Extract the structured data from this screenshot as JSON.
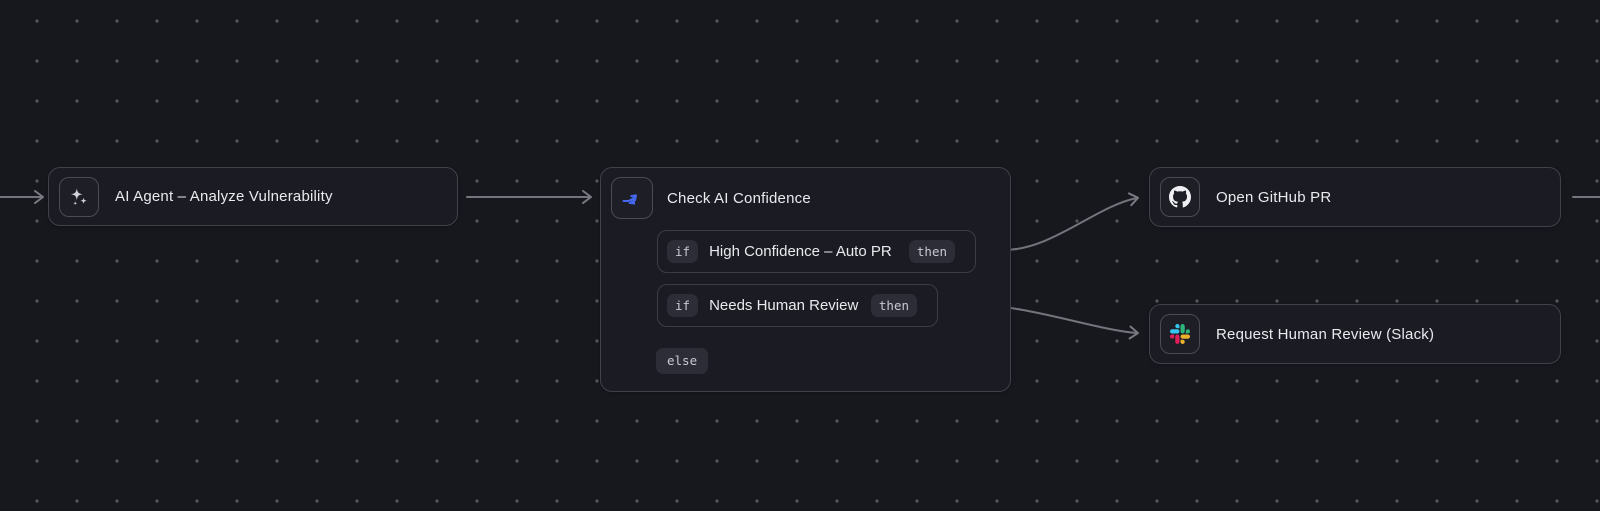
{
  "canvas": {
    "background_color": "#17171e",
    "connector_color": "#74747e",
    "accent_blue": "#4468f2"
  },
  "nodes": {
    "ai_agent": {
      "label": "AI Agent – Analyze Vulnerability",
      "icon": "sparkles-icon"
    },
    "check_confidence": {
      "label": "Check AI Confidence",
      "icon": "branch-split-icon",
      "branches": [
        {
          "keyword": "if",
          "label": "High Confidence – Auto PR",
          "badge": "then"
        },
        {
          "keyword": "if",
          "label": "Needs Human Review",
          "badge": "then"
        }
      ],
      "else_label": "else"
    },
    "github": {
      "label": "Open GitHub PR",
      "icon": "github-icon"
    },
    "slack": {
      "label": "Request Human Review (Slack)",
      "icon": "slack-icon"
    }
  }
}
